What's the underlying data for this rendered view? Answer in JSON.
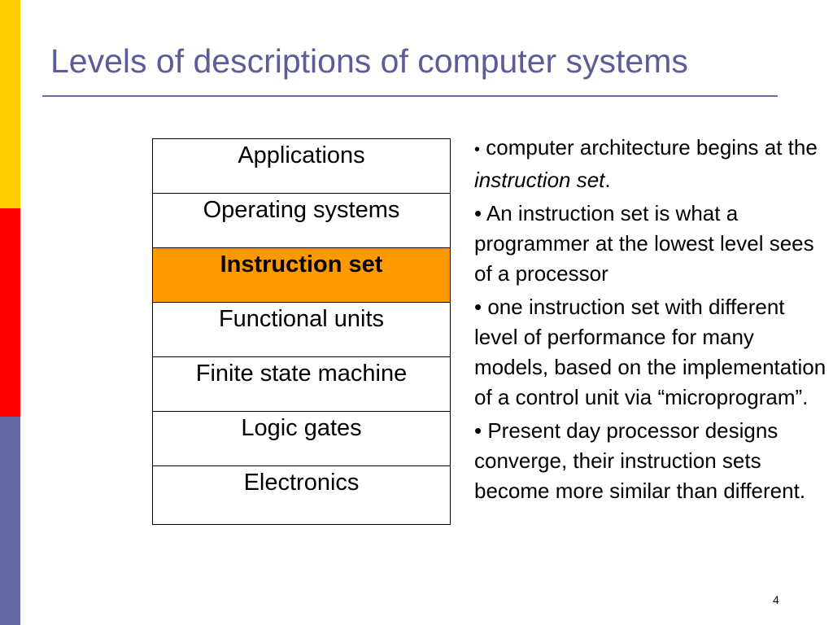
{
  "title": "Levels of descriptions of computer systems",
  "levels": [
    {
      "label": "Applications",
      "highlighted": false
    },
    {
      "label": "Operating systems",
      "highlighted": false
    },
    {
      "label": "Instruction set",
      "highlighted": true
    },
    {
      "label": "Functional units",
      "highlighted": false
    },
    {
      "label": "Finite state machine",
      "highlighted": false
    },
    {
      "label": "Logic gates",
      "highlighted": false
    },
    {
      "label": "Electronics",
      "highlighted": false
    }
  ],
  "bullets": {
    "b1_part1": "computer architecture begins at the ",
    "b1_emph": "instruction set",
    "b1_part2": ".",
    "b2": "An instruction set is what a programmer at the lowest level sees of a processor",
    "b3": "one instruction set with different level of performance for many models, based on the implementation of a control unit via “microprogram”.",
    "b4": "Present day processor designs converge, their instruction sets become more similar than different."
  },
  "page_number": "4",
  "colors": {
    "accent_yellow": "#ffcc00",
    "accent_red": "#ff0000",
    "accent_blue": "#6666a0",
    "title": "#5c5c99",
    "highlight": "#ff9900"
  }
}
